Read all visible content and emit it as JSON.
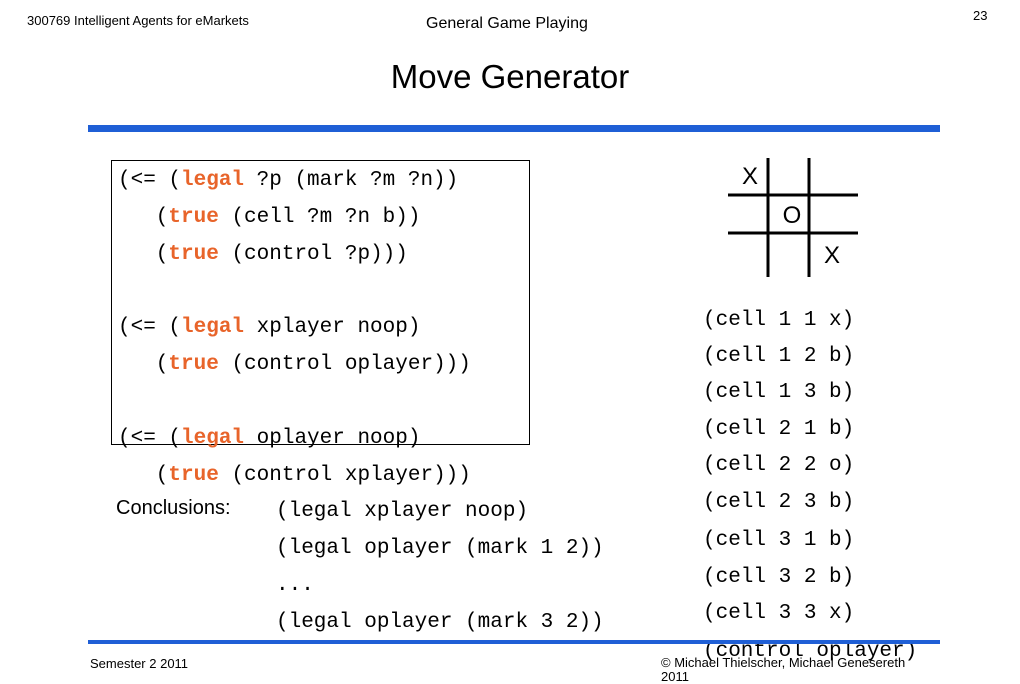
{
  "header": {
    "course": "300769 Intelligent Agents for eMarkets",
    "topic": "General Game Playing",
    "page_number": "23"
  },
  "title": "Move Generator",
  "rules_box": {
    "rule1": {
      "l1a": "(<= (",
      "l1kw": "legal",
      "l1b": " ?p (mark ?m ?n))",
      "l2a": "   (",
      "l2kw": "true",
      "l2b": " (cell ?m ?n b))",
      "l3a": "   (",
      "l3kw": "true",
      "l3b": " (control ?p)))"
    },
    "rule2": {
      "l1a": "(<= (",
      "l1kw": "legal",
      "l1b": " xplayer noop)",
      "l2a": "   (",
      "l2kw": "true",
      "l2b": " (control oplayer)))"
    },
    "rule3": {
      "l1a": "(<= (",
      "l1kw": "legal",
      "l1b": " oplayer noop)",
      "l2a": "   (",
      "l2kw": "true",
      "l2b": " (control xplayer)))"
    }
  },
  "conclusions": {
    "label": "Conclusions:",
    "lines": [
      "(legal xplayer noop)",
      "(legal oplayer (mark 1 2))",
      "...",
      "(legal oplayer (mark 3 2))"
    ]
  },
  "board": {
    "cells": [
      "X",
      "",
      "",
      "",
      "O",
      "",
      "",
      "",
      "X"
    ]
  },
  "state": [
    "(cell 1 1 x)",
    "(cell 1 2 b)",
    "(cell 1 3 b)",
    "(cell 2 1 b)",
    "(cell 2 2 o)",
    "(cell 2 3 b)",
    "(cell 3 1 b)",
    "(cell 3 2 b)",
    "(cell 3 3 x)",
    "(control oplayer)"
  ],
  "footer": {
    "semester": "Semester 2 2011",
    "copyright_line1": "© Michael Thielscher, Michael Genesereth",
    "copyright_line2": "2011"
  },
  "colors": {
    "keyword": "#e8642a",
    "rule_bar": "#1f5fd6"
  }
}
